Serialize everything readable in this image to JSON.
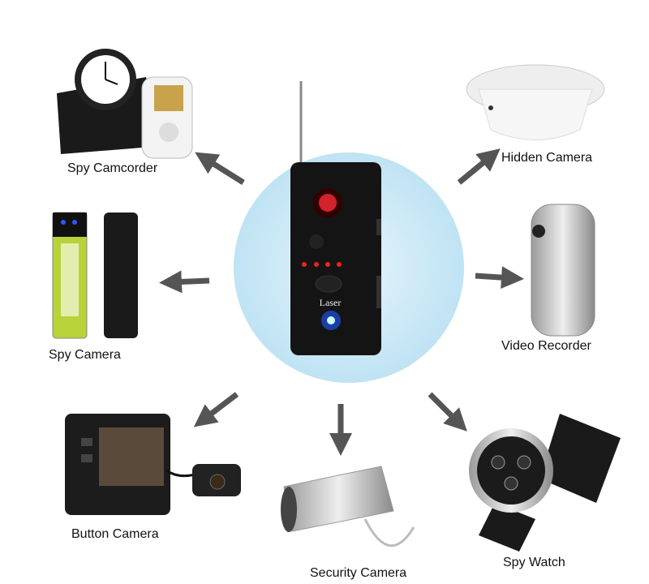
{
  "center_device": {
    "label": "Laser"
  },
  "items": [
    {
      "label": "Spy Camcorder"
    },
    {
      "label": "Hidden Camera"
    },
    {
      "label": "Spy Camera"
    },
    {
      "label": "Video Recorder"
    },
    {
      "label": "Button Camera"
    },
    {
      "label": "Security Camera"
    },
    {
      "label": "Spy Watch"
    }
  ],
  "colors": {
    "circle": "#c9e8f5",
    "arrow": "#555555",
    "device": "#111111"
  }
}
